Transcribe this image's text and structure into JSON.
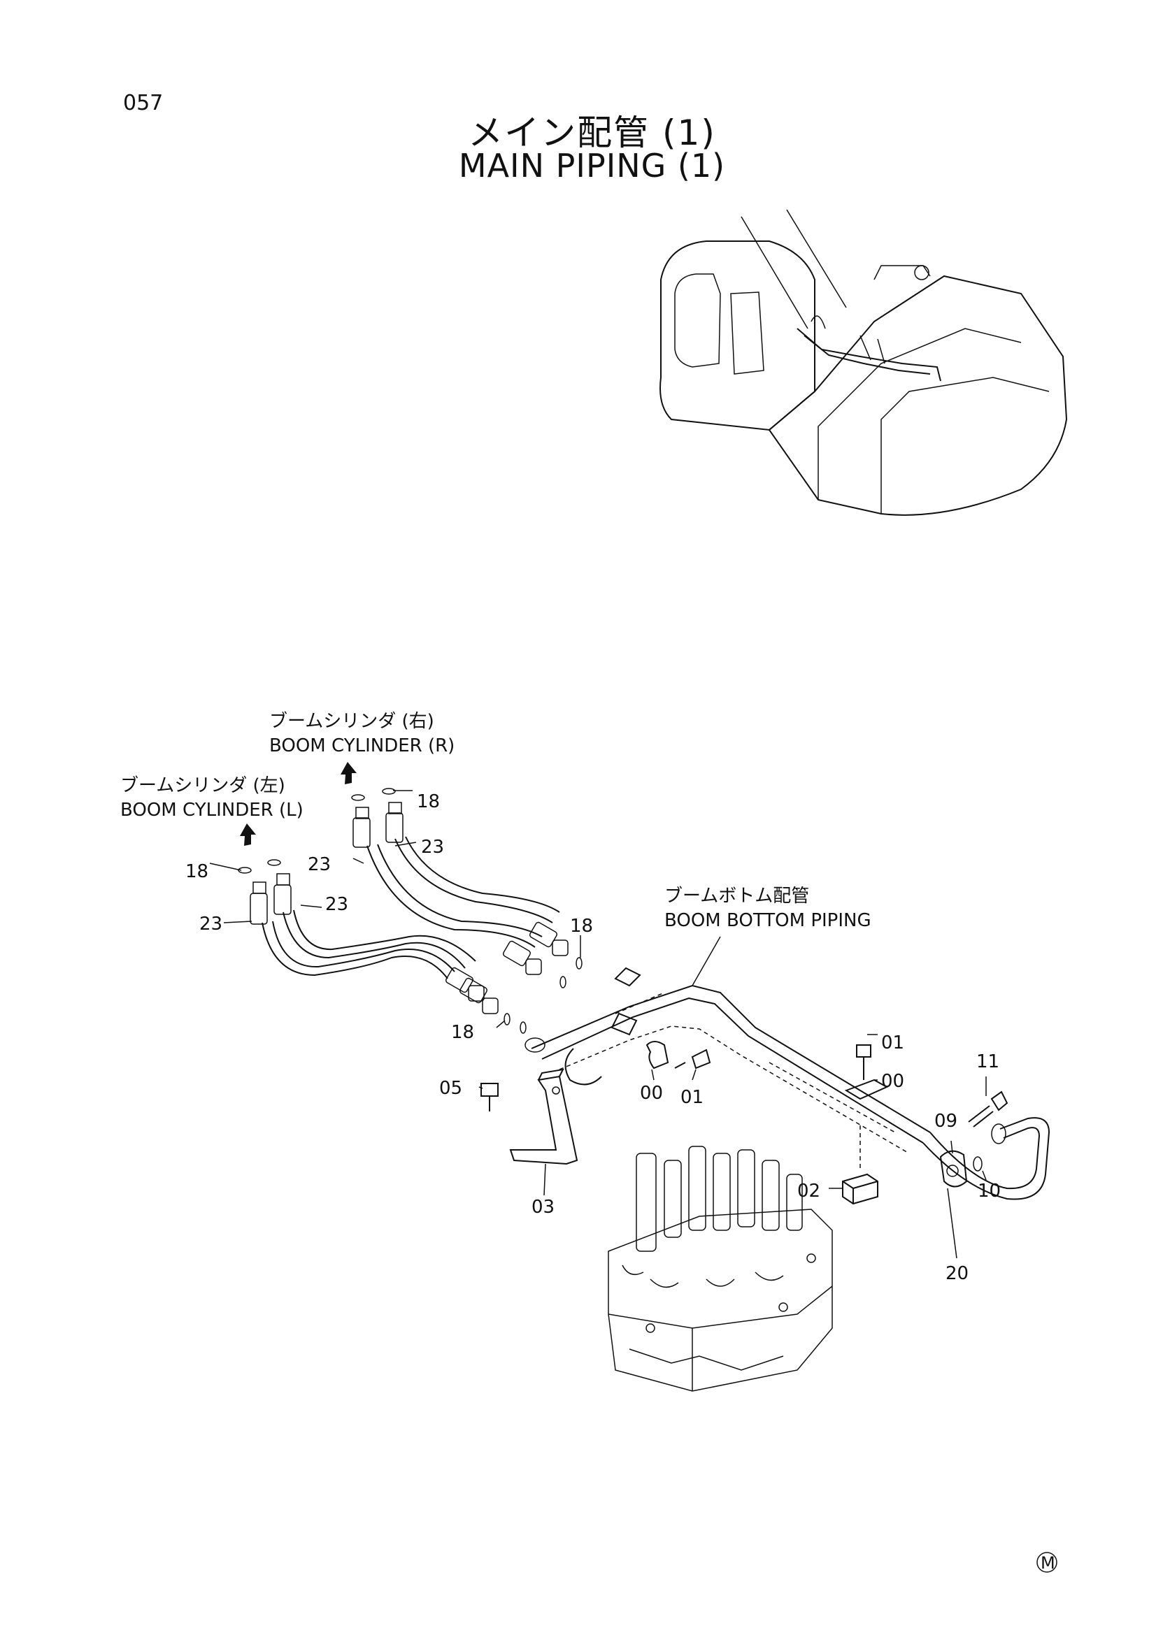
{
  "header": {
    "page_number": "057",
    "title_ja": "メイン配管 (1)",
    "title_en": "MAIN PIPING (1)"
  },
  "callouts": {
    "boom_cyl_r_ja": "ブームシリンダ (右)",
    "boom_cyl_r_en": "BOOM CYLINDER (R)",
    "boom_cyl_l_ja": "ブームシリンダ (左)",
    "boom_cyl_l_en": "BOOM CYLINDER (L)",
    "boom_bottom_ja": "ブームボトム配管",
    "boom_bottom_en": "BOOM BOTTOM PIPING"
  },
  "part_numbers": {
    "p18_top": "18",
    "p23_a": "23",
    "p23_b": "23",
    "p18_left": "18",
    "p23_c": "23",
    "p23_d": "23",
    "p18_mid": "18",
    "p18_low": "18",
    "p01_top": "01",
    "p00_right": "00",
    "p11": "11",
    "p09": "09",
    "p05": "05",
    "p00_mid": "00",
    "p01_mid": "01",
    "p02": "02",
    "p10": "10",
    "p03": "03",
    "p20": "20"
  },
  "footer": {
    "mark": "M"
  }
}
